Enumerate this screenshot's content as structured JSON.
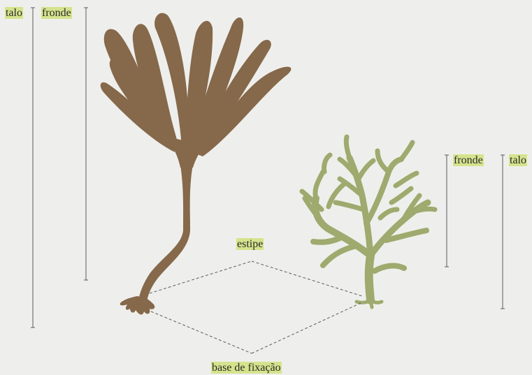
{
  "colors": {
    "background": "#eeefec",
    "label_highlight": "#d5e38d",
    "brown_alga": "#86684a",
    "green_alga": "#9eaa6e",
    "lines": "#5b5b5b"
  },
  "labels": {
    "left_talo": "talo",
    "left_fronde": "fronde",
    "right_fronde": "fronde",
    "right_talo": "talo",
    "estipe": "estipe",
    "base_fixacao": "base de fixação"
  },
  "figures": [
    {
      "name": "brown-kelp",
      "color_key": "brown_alga"
    },
    {
      "name": "green-branched-alga",
      "color_key": "green_alga"
    }
  ]
}
